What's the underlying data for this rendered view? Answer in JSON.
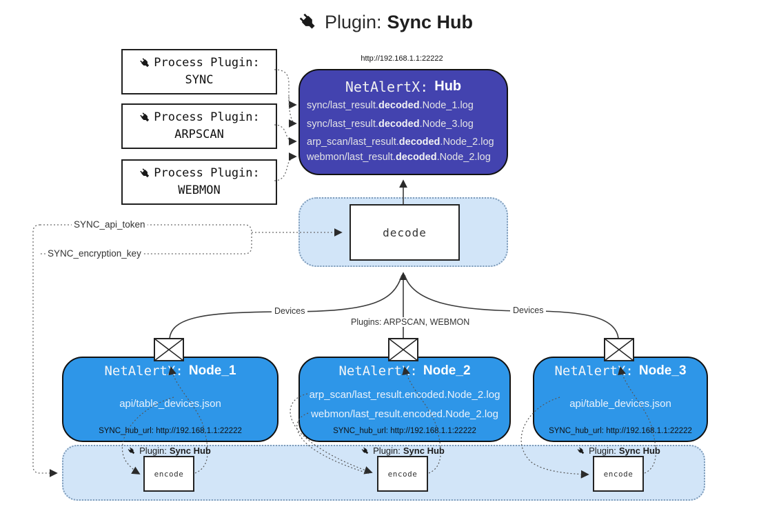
{
  "title": {
    "prefix": "Plugin:",
    "name": "Sync Hub"
  },
  "process_plugins": [
    {
      "label": "Process Plugin:",
      "name": "SYNC"
    },
    {
      "label": "Process Plugin:",
      "name": "ARPSCAN"
    },
    {
      "label": "Process Plugin:",
      "name": "WEBMON"
    }
  ],
  "hub": {
    "url": "http://192.168.1.1:22222",
    "title_prefix": "NetAlertX:",
    "title_name": "Hub",
    "logs": [
      {
        "pre": "sync/last_result.",
        "mid": "decoded",
        "post": ".Node_1.log"
      },
      {
        "pre": "sync/last_result.",
        "mid": "decoded",
        "post": ".Node_3.log"
      },
      {
        "pre": "arp_scan/last_result.",
        "mid": "decoded",
        "post": ".Node_2.log"
      },
      {
        "pre": "webmon/last_result.",
        "mid": "decoded",
        "post": ".Node_2.log"
      }
    ]
  },
  "decode_label": "decode",
  "secrets": {
    "api_token": "SYNC_api_token",
    "encryption_key": "SYNC_encryption_key"
  },
  "edge_labels": {
    "devices_left": "Devices",
    "plugins_mid": "Plugins: ARPSCAN, WEBMON",
    "devices_right": "Devices"
  },
  "nodes": [
    {
      "title_prefix": "NetAlertX:",
      "title_name": "Node_1",
      "files": [
        "api/table_devices.json"
      ],
      "hub_url": "SYNC_hub_url: http://192.168.1.1:22222"
    },
    {
      "title_prefix": "NetAlertX:",
      "title_name": "Node_2",
      "files": [
        "arp_scan/last_result.encoded.Node_2.log",
        "webmon/last_result.encoded.Node_2.log"
      ],
      "hub_url": "SYNC_hub_url: http://192.168.1.1:22222"
    },
    {
      "title_prefix": "NetAlertX:",
      "title_name": "Node_3",
      "files": [
        "api/table_devices.json"
      ],
      "hub_url": "SYNC_hub_url: http://192.168.1.1:22222"
    }
  ],
  "encoders": [
    {
      "plugin_prefix": "Plugin:",
      "plugin_name": "Sync Hub",
      "box_label": "encode"
    },
    {
      "plugin_prefix": "Plugin:",
      "plugin_name": "Sync Hub",
      "box_label": "encode"
    },
    {
      "plugin_prefix": "Plugin:",
      "plugin_name": "Sync Hub",
      "box_label": "encode"
    }
  ],
  "colors": {
    "hub_fill": "#4343af",
    "node_fill": "#2e96e8",
    "panel_fill": "#d2e5f8",
    "panel_border": "#7d9ab8",
    "arrow": "#3a3a3a",
    "dotted": "#6b6b6b"
  }
}
